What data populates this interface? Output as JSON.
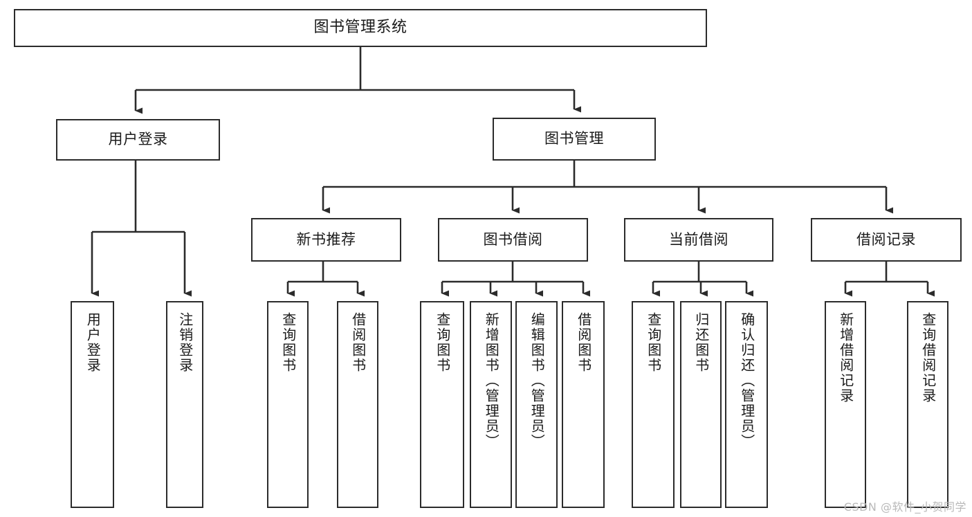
{
  "diagram": {
    "title": "图书管理系统",
    "type": "hierarchy-tree",
    "root": {
      "id": "root",
      "label": "图书管理系统"
    },
    "level2": [
      {
        "id": "user-login",
        "label": "用户登录"
      },
      {
        "id": "book-management",
        "label": "图书管理"
      }
    ],
    "level3": [
      {
        "id": "new-book-recommend",
        "label": "新书推荐"
      },
      {
        "id": "book-borrow",
        "label": "图书借阅"
      },
      {
        "id": "current-borrow",
        "label": "当前借阅"
      },
      {
        "id": "borrow-record",
        "label": "借阅记录"
      }
    ],
    "leaves": {
      "user_login": [
        {
          "id": "leaf-user-login",
          "label": "用户登录"
        },
        {
          "id": "leaf-logout-login",
          "label": "注销登录"
        }
      ],
      "new_book_recommend": [
        {
          "id": "leaf-query-book-1",
          "label": "查询图书"
        },
        {
          "id": "leaf-borrow-book-1",
          "label": "借阅图书"
        }
      ],
      "book_borrow": [
        {
          "id": "leaf-query-book-2",
          "label": "查询图书"
        },
        {
          "id": "leaf-add-book",
          "label": "新增图书（管理员）"
        },
        {
          "id": "leaf-edit-book",
          "label": "编辑图书（管理员）"
        },
        {
          "id": "leaf-borrow-book-2",
          "label": "借阅图书"
        }
      ],
      "current_borrow": [
        {
          "id": "leaf-query-book-3",
          "label": "查询图书"
        },
        {
          "id": "leaf-return-book",
          "label": "归还图书"
        },
        {
          "id": "leaf-confirm-return",
          "label": "确认归还（管理员）"
        }
      ],
      "borrow_record": [
        {
          "id": "leaf-add-borrow-record",
          "label": "新增借阅记录"
        },
        {
          "id": "leaf-query-borrow-record",
          "label": "查询借阅记录"
        }
      ]
    }
  },
  "watermark": {
    "text": "CSDN @软件_小贺同学"
  },
  "colors": {
    "stroke": "#2b2b2b",
    "fill": "#ffffff",
    "text": "#1a1a1a",
    "watermark": "#b9b9b9"
  }
}
